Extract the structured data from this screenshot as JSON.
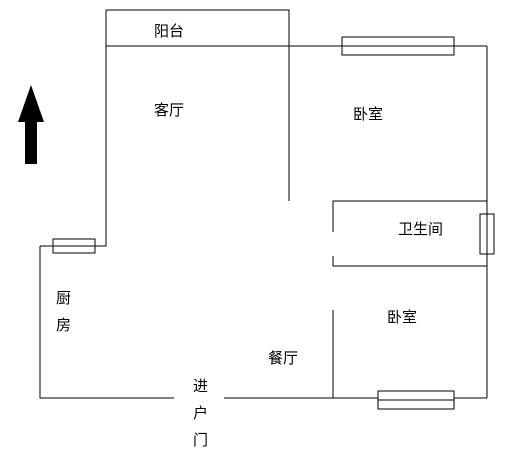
{
  "rooms": {
    "balcony": "阳台",
    "living_room": "客厅",
    "bedroom_1": "卧室",
    "bathroom": "卫生间",
    "kitchen": [
      "厨",
      "房"
    ],
    "bedroom_2": "卧室",
    "dining_room": "餐厅"
  },
  "entrance": [
    "进",
    "户",
    "门"
  ],
  "colors": {
    "wall": "#000000",
    "background": "#ffffff"
  }
}
